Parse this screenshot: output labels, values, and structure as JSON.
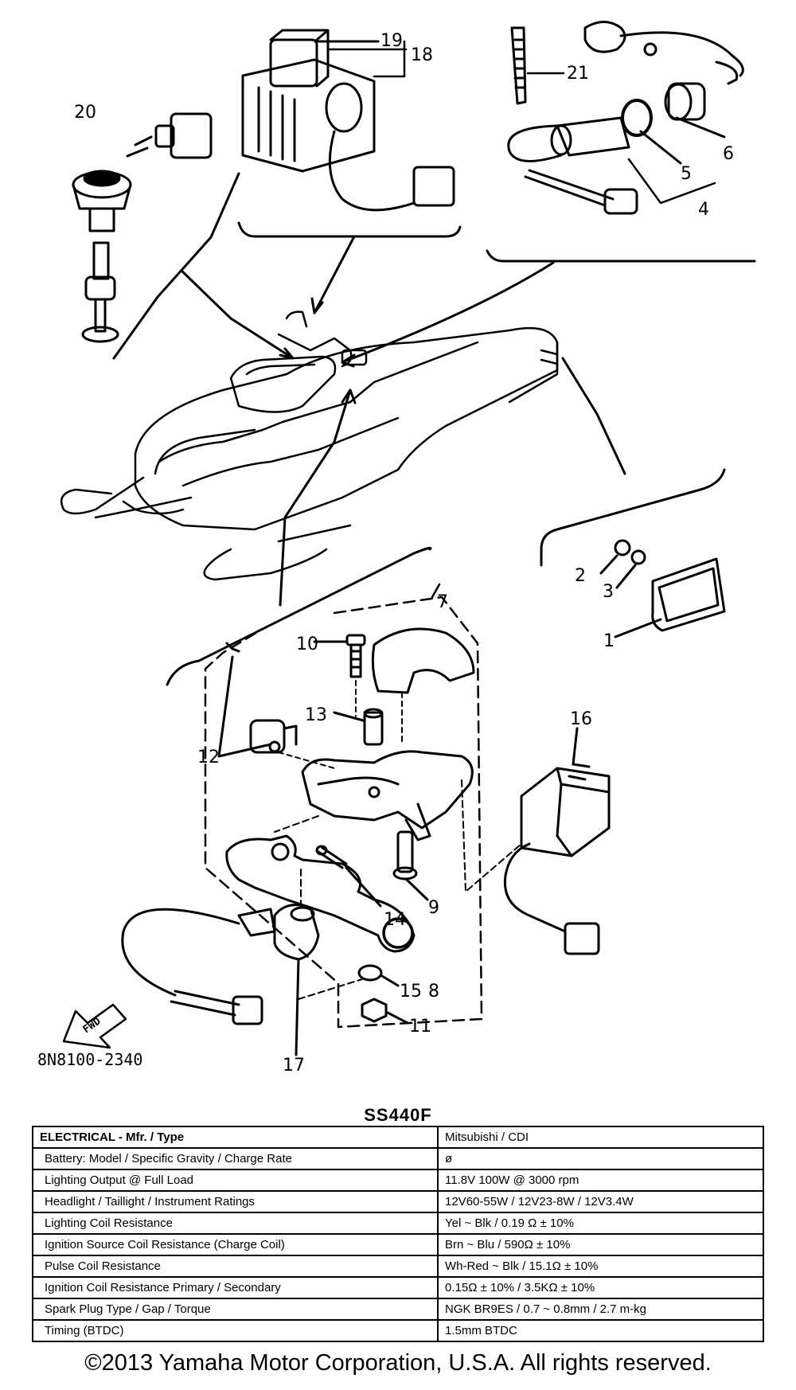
{
  "diagram": {
    "part_numbers": [
      "1",
      "2",
      "3",
      "4",
      "5",
      "6",
      "7",
      "8",
      "9",
      "10",
      "11",
      "12",
      "13",
      "14",
      "15",
      "16",
      "17",
      "18",
      "19",
      "20",
      "21"
    ],
    "drawing_code": "8N8100-2340",
    "fwd_label": "FWD",
    "icons": [
      "snowmobile-icon",
      "fwd-arrow-icon"
    ]
  },
  "spec": {
    "title": "SS440F",
    "rows": [
      {
        "label": "ELECTRICAL - Mfr. / Type",
        "value": "Mitsubishi / CDI"
      },
      {
        "label": "Battery: Model / Specific Gravity / Charge Rate",
        "value": "ø"
      },
      {
        "label": "Lighting Output @ Full Load",
        "value": "11.8V 100W @ 3000 rpm"
      },
      {
        "label": "Headlight / Taillight / Instrument Ratings",
        "value": "12V60-55W / 12V23-8W / 12V3.4W"
      },
      {
        "label": "Lighting Coil Resistance",
        "value": "Yel ~ Blk / 0.19 Ω ± 10%"
      },
      {
        "label": "Ignition Source Coil Resistance (Charge Coil)",
        "value": "Brn ~ Blu / 590Ω ± 10%"
      },
      {
        "label": "Pulse Coil Resistance",
        "value": "Wh-Red ~ Blk / 15.1Ω ± 10%"
      },
      {
        "label": "Ignition Coil Resistance Primary / Secondary",
        "value": "0.15Ω ± 10% / 3.5KΩ ± 10%"
      },
      {
        "label": "Spark Plug Type / Gap / Torque",
        "value": "NGK BR9ES / 0.7 ~ 0.8mm / 2.7 m-kg"
      },
      {
        "label": "Timing (BTDC)",
        "value": "1.5mm BTDC"
      }
    ]
  },
  "copyright": "©2013 Yamaha Motor Corporation, U.S.A. All rights reserved."
}
